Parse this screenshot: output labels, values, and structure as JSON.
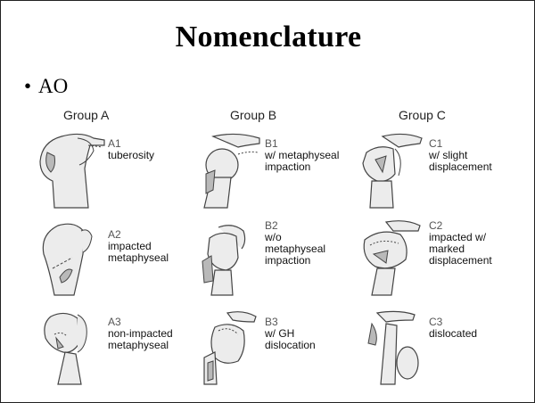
{
  "slide": {
    "title": "Nomenclature",
    "bullet": "AO"
  },
  "groups": {
    "a": "Group A",
    "b": "Group B",
    "c": "Group C"
  },
  "panels": {
    "a1": {
      "code": "A1",
      "lines": [
        "tuberosity"
      ]
    },
    "a2": {
      "code": "A2",
      "lines": [
        "impacted",
        "metaphyseal"
      ]
    },
    "a3": {
      "code": "A3",
      "lines": [
        "non-impacted",
        "metaphyseal"
      ]
    },
    "b1": {
      "code": "B1",
      "lines": [
        "w/ metaphyseal",
        "impaction"
      ]
    },
    "b2": {
      "code": "B2",
      "lines": [
        "w/o",
        "metaphyseal",
        "impaction"
      ]
    },
    "b3": {
      "code": "B3",
      "lines": [
        "w/ GH",
        "dislocation"
      ]
    },
    "c1": {
      "code": "C1",
      "lines": [
        "w/ slight",
        "displacement"
      ]
    },
    "c2": {
      "code": "C2",
      "lines": [
        "impacted w/",
        "marked",
        "displacement"
      ]
    },
    "c3": {
      "code": "C3",
      "lines": [
        "dislocated"
      ]
    }
  },
  "colors": {
    "bone_fill": "#ececec",
    "bone_stroke": "#444444",
    "fragment_fill": "#b9b9b9"
  }
}
